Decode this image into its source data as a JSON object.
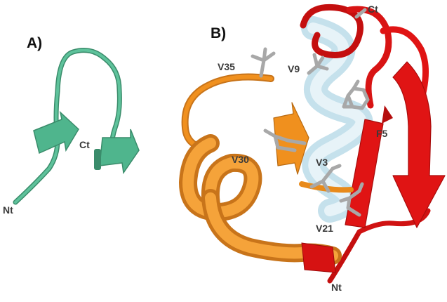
{
  "panel_a": {
    "label": "A)",
    "termini": {
      "n": "Nt",
      "c": "Ct"
    }
  },
  "panel_b": {
    "label": "B)",
    "termini": {
      "n": "Nt",
      "c": "Ct"
    },
    "residues": [
      "V35",
      "V9",
      "F5",
      "V30",
      "V3",
      "V21"
    ]
  },
  "colors": {
    "panel_a_ribbon": "#4fb58d",
    "panel_a_dark": "#3a8c6b",
    "ribbon_red": "#e01414",
    "ribbon_orange": "#f0901e",
    "helix_light_blue": "#cfe6f0",
    "side_chain_grey": "#a8a8a8"
  }
}
